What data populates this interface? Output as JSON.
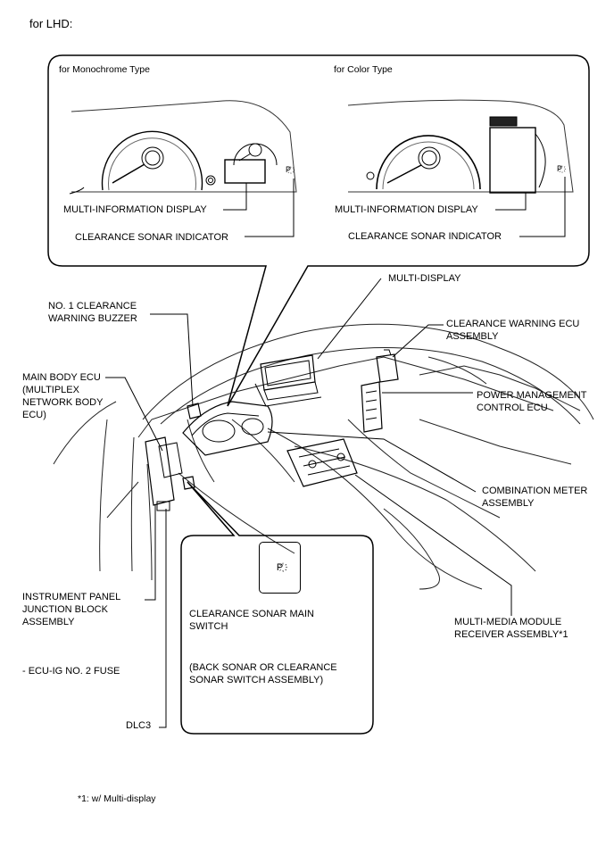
{
  "header": {
    "title": "for LHD:"
  },
  "callout_top": {
    "mono": {
      "title": "for Monochrome Type",
      "mid": "MULTI-INFORMATION DISPLAY",
      "ind": "CLEARANCE SONAR INDICATOR"
    },
    "color": {
      "title": "for Color Type",
      "mid": "MULTI-INFORMATION DISPLAY",
      "ind": "CLEARANCE SONAR INDICATOR"
    },
    "indicator_glyph": "P҉"
  },
  "labels": {
    "buzzer": "NO. 1 CLEARANCE\nWARNING BUZZER",
    "body_ecu": "MAIN BODY ECU\n(MULTIPLEX\nNETWORK BODY\nECU)",
    "multi_display": "MULTI-DISPLAY",
    "cw_ecu": "CLEARANCE WARNING ECU\nASSEMBLY",
    "pm_ecu": "POWER MANAGEMENT\nCONTROL ECU",
    "meter": "COMBINATION METER\nASSEMBLY",
    "ip_jb": "INSTRUMENT PANEL\nJUNCTION BLOCK\nASSEMBLY",
    "fuse": "- ECU-IG NO. 2 FUSE",
    "dlc3": "DLC3",
    "mm_receiver": "MULTI-MEDIA MODULE\nRECEIVER ASSEMBLY*1"
  },
  "callout_bottom": {
    "switch_icon": "P҉",
    "switch_label": "CLEARANCE SONAR MAIN\nSWITCH",
    "switch_alt": "(BACK SONAR OR CLEARANCE\nSONAR SWITCH ASSEMBLY)"
  },
  "footnote": "*1: w/ Multi-display"
}
